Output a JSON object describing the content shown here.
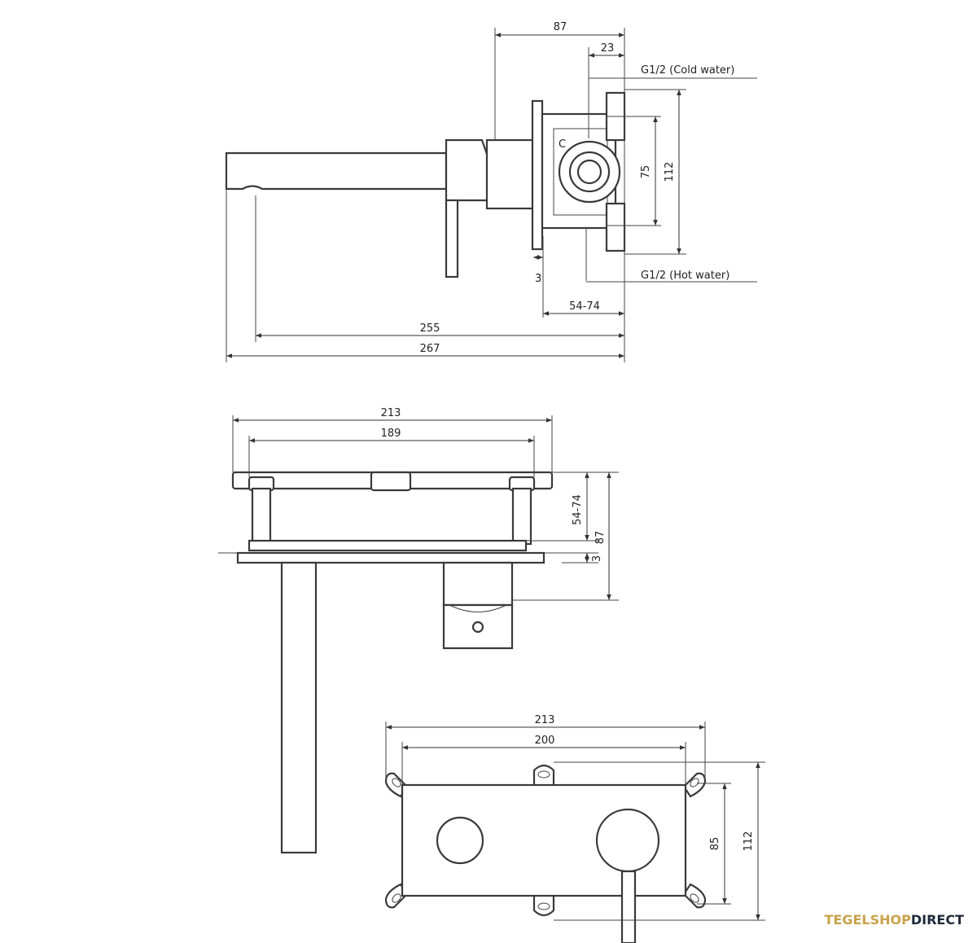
{
  "side_view": {
    "dims": {
      "d87": "87",
      "d23": "23",
      "d75": "75",
      "d112": "112",
      "d3": "3",
      "d5474": "54-74",
      "d255": "255",
      "d267": "267"
    },
    "labels": {
      "cold": "G1/2 (Cold water)",
      "hot": "G1/2 (Hot water)",
      "c": "C"
    }
  },
  "top_view": {
    "dims": {
      "d213": "213",
      "d189": "189",
      "d5474": "54-74",
      "d87": "87",
      "d3": "3"
    }
  },
  "front_view": {
    "dims": {
      "d213": "213",
      "d200": "200",
      "d85": "85",
      "d112": "112"
    }
  },
  "brand": {
    "part1": "TEGELSHOP",
    "part2": "DIRECT"
  }
}
